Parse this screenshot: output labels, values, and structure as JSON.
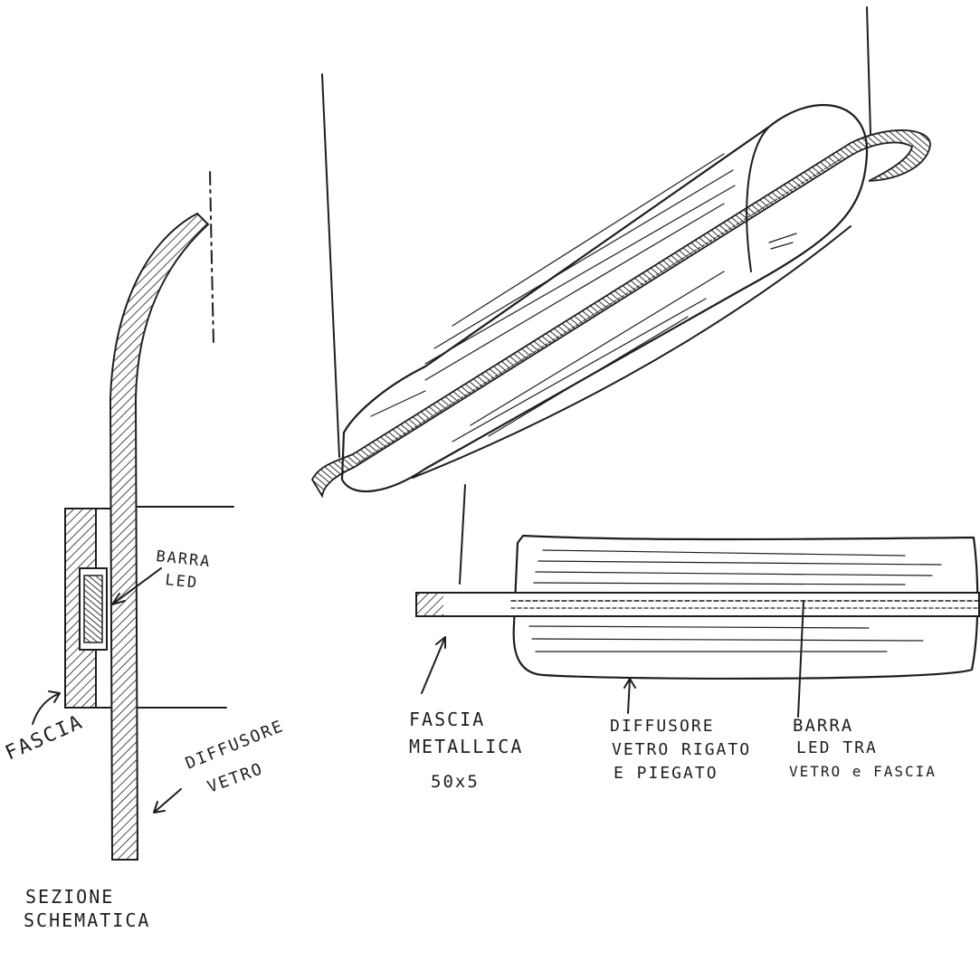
{
  "colors": {
    "ink": "#1e1e1e",
    "paper": "#ffffff"
  },
  "labels": {
    "barra_led_1": "BARRA",
    "barra_led_2": "LED",
    "fascia": "FASCIA",
    "diffusore_vetro_1": "DIFFUSORE",
    "diffusore_vetro_2": "VETRO",
    "sezione_1": "SEZIONE",
    "sezione_2": "SCHEMATICA",
    "fascia_metallica_1": "FASCIA",
    "fascia_metallica_2": "METALLICA",
    "fascia_metallica_3": "50x5",
    "diffusore_rigato_1": "DIFFUSORE",
    "diffusore_rigato_2": "VETRO RIGATO",
    "diffusore_rigato_3": "E PIEGATO",
    "barra_tra_1": "BARRA",
    "barra_tra_2": "LED TRA",
    "barra_tra_3": "VETRO e FASCIA"
  }
}
